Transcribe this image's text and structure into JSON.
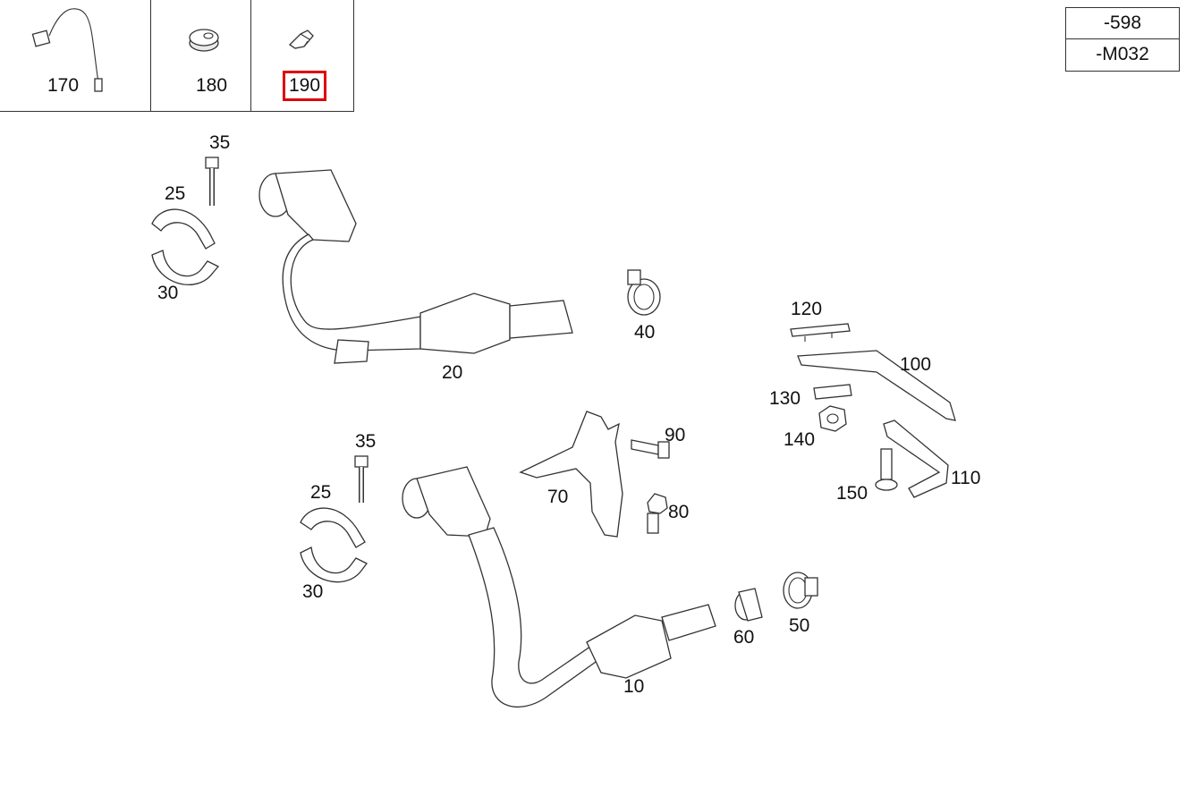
{
  "header_parts": [
    {
      "label": "170"
    },
    {
      "label": "180"
    },
    {
      "label": "190",
      "selected": true
    }
  ],
  "reference": {
    "line1": "-598",
    "line2": "-M032"
  },
  "callouts": {
    "c35a": "35",
    "c25a": "25",
    "c30a": "30",
    "c20": "20",
    "c40": "40",
    "c120": "120",
    "c100": "100",
    "c130": "130",
    "c140": "140",
    "c150": "150",
    "c110": "110",
    "c35b": "35",
    "c25b": "25",
    "c30b": "30",
    "c70": "70",
    "c90": "90",
    "c80": "80",
    "c10": "10",
    "c60": "60",
    "c50": "50"
  },
  "colors": {
    "selection": "#e00000",
    "line": "#333333"
  }
}
